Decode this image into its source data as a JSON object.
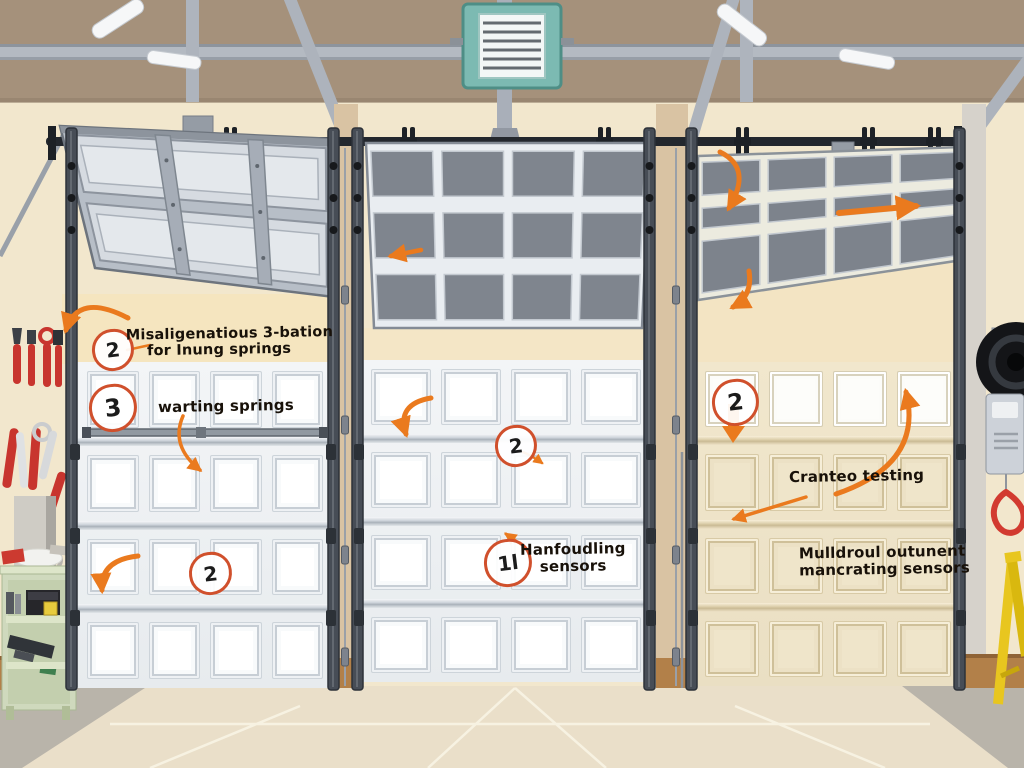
{
  "scene": {
    "description": "Illustrated garage interior with three sectional garage doors partially open, annotated with numbered callouts and orange arrows",
    "objects": [
      "ceiling beams",
      "ceiling vent",
      "hanging lights",
      "torsion bar",
      "door tracks",
      "hand tools wall",
      "storage shelf",
      "opener unit with red release cord",
      "yellow step ladder",
      "tiled floor"
    ]
  },
  "labels": {
    "left_top_line1": "Misaligenatious 3-bation",
    "left_top_line2": "for Inung springs",
    "left_mid": "warting springs",
    "middle_bottom_line1": "Hanfoudling",
    "middle_bottom_line2": "sensors",
    "right_mid": "Cranteo testing",
    "right_bottom_line1": "Mulldroul outunent",
    "right_bottom_line2": "mancrating sensors"
  },
  "badges": {
    "left_top": "2",
    "left_mid": "3",
    "left_bottom": "2",
    "middle_mid": "2",
    "middle_bottom": "1l",
    "right_top": "2"
  },
  "colors": {
    "accent_orange": "#ea7a1e",
    "badge_ring": "#d0502c",
    "ceiling": "#a5917b",
    "wall": "#f2e7cd",
    "header_band": "#f5e5bf",
    "door_white": "#ffffff",
    "door_cream": "#efe5ca",
    "window_dark": "#7f858e",
    "steel_beam": "#b4bac2",
    "track_dark": "#474d56",
    "vent_teal": "#7cbab2",
    "shelf_green": "#cfd9bd",
    "ladder_yellow": "#e8c61f",
    "cord_red": "#d23a30",
    "floor_beige": "#eadfc9",
    "floor_gray": "#b9b4aa",
    "baseboard_brown": "#b28049"
  }
}
